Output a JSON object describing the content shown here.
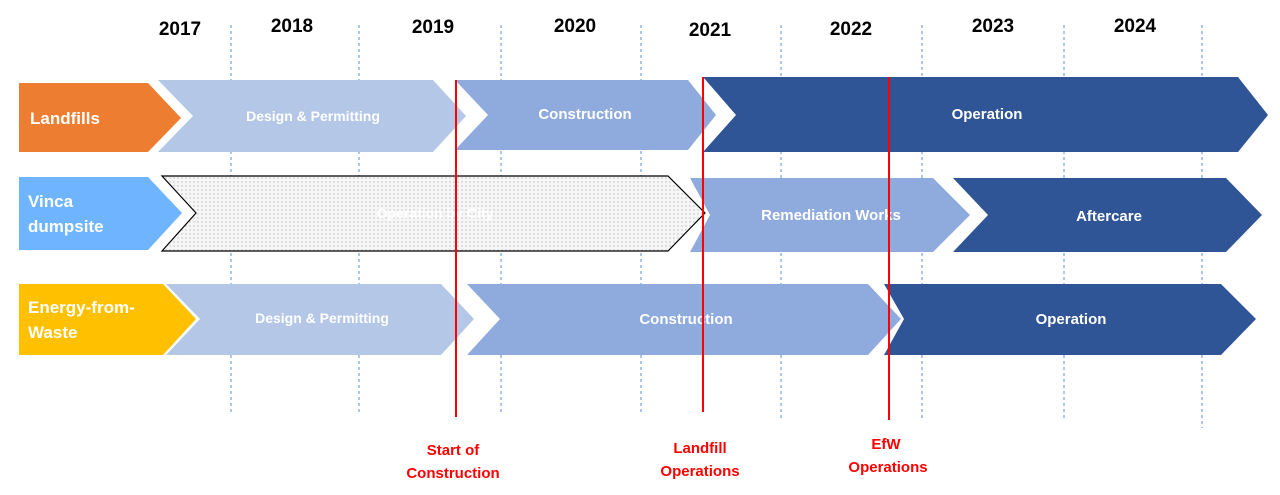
{
  "years": [
    "2017",
    "2018",
    "2019",
    "2020",
    "2021",
    "2022",
    "2023",
    "2024"
  ],
  "rows": [
    {
      "label": [
        "Landfills"
      ],
      "color": "#ed7d31",
      "phases": [
        {
          "label": "Design & Permitting",
          "color": "#b4c7e7"
        },
        {
          "label": "Construction",
          "color": "#8faadc"
        },
        {
          "label": "Operation",
          "color": "#2f5597"
        }
      ]
    },
    {
      "label": [
        "Vinca",
        "dumpsite"
      ],
      "color": "#6fb4ff",
      "phases": [
        {
          "label": "Operation by City",
          "color": "#f2f2f2",
          "text_color": "#5b9bd5",
          "pattern": "dotted"
        },
        {
          "label": "Remediation Works",
          "color": "#8faadc"
        },
        {
          "label": "Aftercare",
          "color": "#2f5597"
        }
      ]
    },
    {
      "label": [
        "Energy-from-",
        "Waste"
      ],
      "color": "#ffc000",
      "phases": [
        {
          "label": "Design & Permitting",
          "color": "#b4c7e7"
        },
        {
          "label": "Construction",
          "color": "#8faadc"
        },
        {
          "label": "Operation",
          "color": "#2f5597"
        }
      ]
    }
  ],
  "milestones": [
    {
      "label": [
        "Start of",
        "Construction"
      ]
    },
    {
      "label": [
        "Landfill",
        "Operations"
      ]
    },
    {
      "label": [
        "EfW",
        "Operations"
      ]
    }
  ],
  "colors": {
    "milestone": "#ff0000",
    "gridline": "#5b8fd6"
  }
}
